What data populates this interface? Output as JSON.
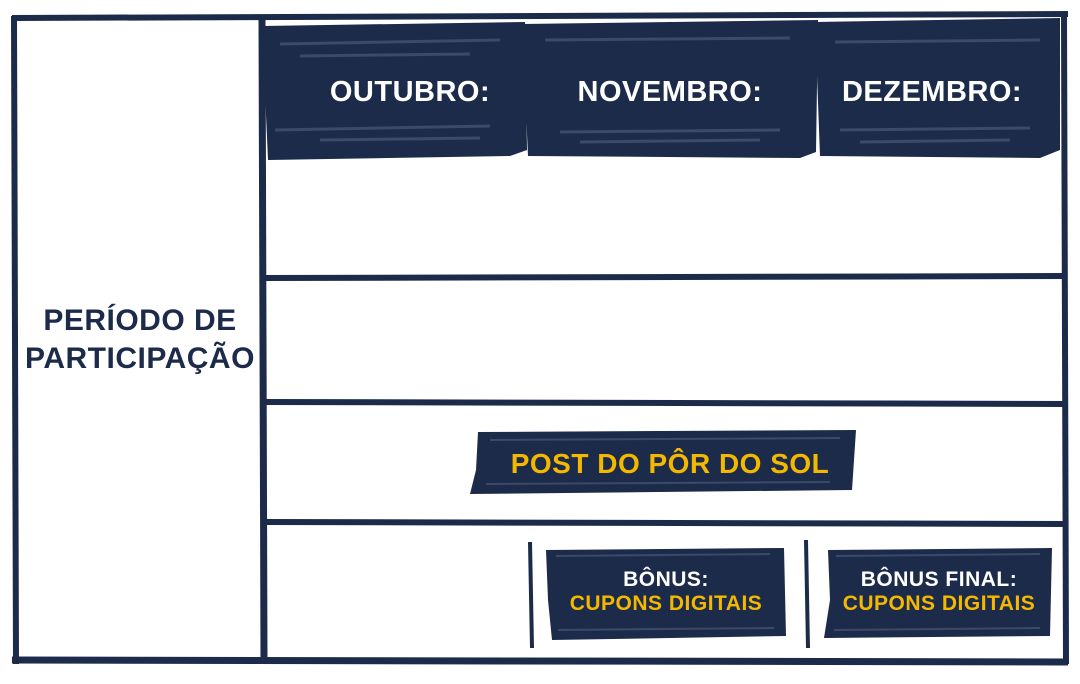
{
  "header": {
    "months": [
      "OUTUBRO:",
      "NOVEMBRO:",
      "DEZEMBRO:"
    ]
  },
  "side_label": {
    "line1": "PERÍODO DE",
    "line2": "PARTICIPAÇÃO"
  },
  "rows": {
    "post_label": "POST DO PÔR DO SOL"
  },
  "bonus": {
    "first": {
      "title": "BÔNUS:",
      "subtitle": "CUPONS DIGITAIS"
    },
    "final": {
      "title": "BÔNUS FINAL:",
      "subtitle": "CUPONS DIGITAIS"
    }
  },
  "colors": {
    "navy": "#1c2b4a",
    "gold": "#f5b800",
    "white": "#ffffff"
  }
}
